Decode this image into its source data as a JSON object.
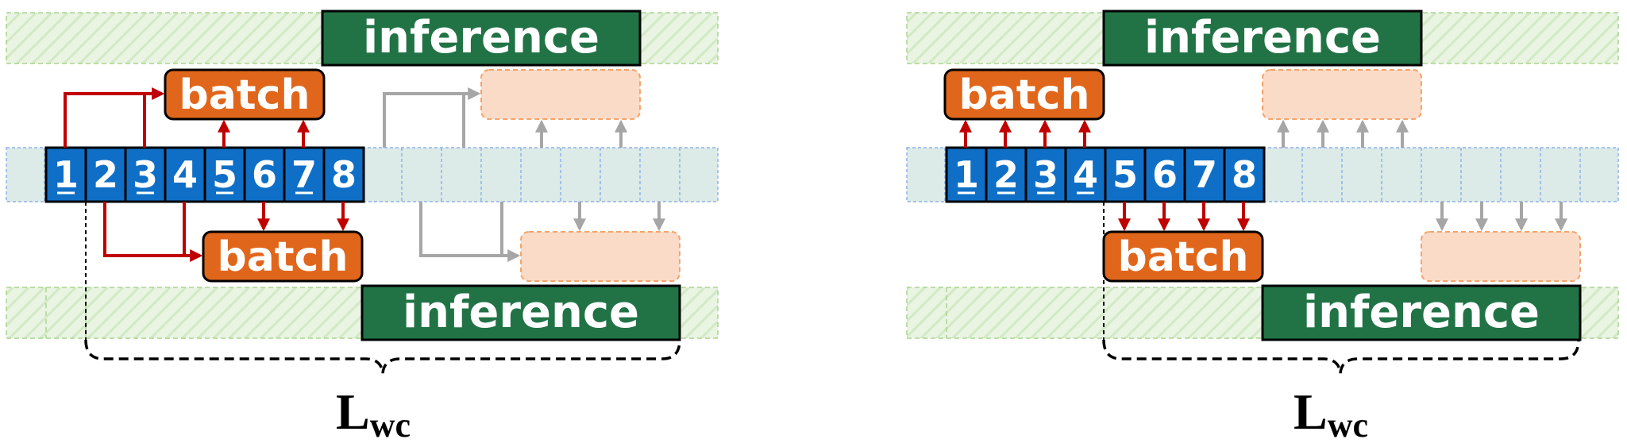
{
  "colors": {
    "inference_fill": "#217346",
    "batch_fill": "#E0661B",
    "batch_ghost_fill": "#FADBC8",
    "batch_ghost_stroke": "#F4A46A",
    "slot_fill": "#0F6FC6",
    "lane_fill": "#E9F4E2",
    "lane_stroke": "#A8D58E",
    "queue_fill": "#DCEBE8",
    "queue_stroke": "#8FB3E8",
    "red_arrow": "#C00000",
    "grey_arrow": "#A6A6A6"
  },
  "left": {
    "inference_top_label": "inference",
    "inference_bottom_label": "inference",
    "batch_top_label": "batch",
    "batch_bottom_label": "batch",
    "slots": [
      {
        "text": "1",
        "underlined": true
      },
      {
        "text": "2",
        "underlined": false
      },
      {
        "text": "3",
        "underlined": true
      },
      {
        "text": "4",
        "underlined": false
      },
      {
        "text": "5",
        "underlined": true
      },
      {
        "text": "6",
        "underlined": false
      },
      {
        "text": "7",
        "underlined": true
      },
      {
        "text": "8",
        "underlined": false
      }
    ],
    "latency_label_main": "L",
    "latency_label_sub": "wc"
  },
  "right": {
    "inference_top_label": "inference",
    "inference_bottom_label": "inference",
    "batch_top_label": "batch",
    "batch_bottom_label": "batch",
    "slots": [
      {
        "text": "1",
        "underlined": true
      },
      {
        "text": "2",
        "underlined": true
      },
      {
        "text": "3",
        "underlined": true
      },
      {
        "text": "4",
        "underlined": true
      },
      {
        "text": "5",
        "underlined": false
      },
      {
        "text": "6",
        "underlined": false
      },
      {
        "text": "7",
        "underlined": false
      },
      {
        "text": "8",
        "underlined": false
      }
    ],
    "latency_label_main": "L",
    "latency_label_sub": "wc"
  }
}
